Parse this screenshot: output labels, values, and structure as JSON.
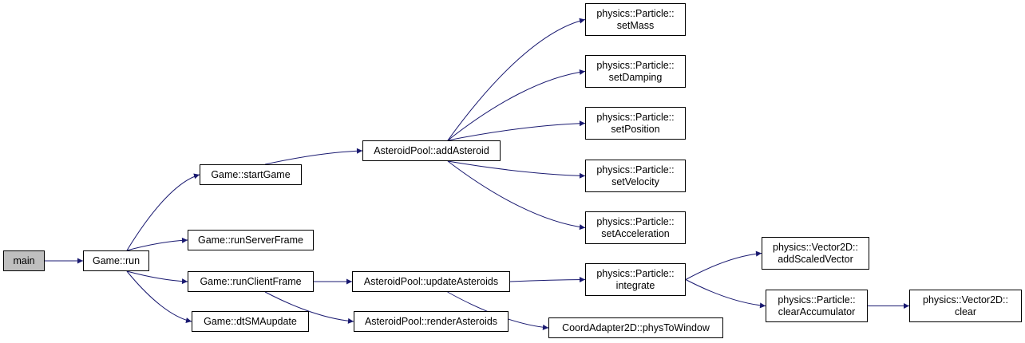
{
  "graph": {
    "colors": {
      "edge": "#191970",
      "node_border": "#000000",
      "root_fill": "#bfbfbf",
      "node_fill": "#ffffff"
    },
    "nodes": {
      "main": {
        "lines": [
          "main"
        ]
      },
      "run": {
        "lines": [
          "Game::run"
        ]
      },
      "startGame": {
        "lines": [
          "Game::startGame"
        ]
      },
      "runServerFrame": {
        "lines": [
          "Game::runServerFrame"
        ]
      },
      "runClientFrame": {
        "lines": [
          "Game::runClientFrame"
        ]
      },
      "dtSMAupdate": {
        "lines": [
          "Game::dtSMAupdate"
        ]
      },
      "addAsteroid": {
        "lines": [
          "AsteroidPool::addAsteroid"
        ]
      },
      "updateAsteroids": {
        "lines": [
          "AsteroidPool::updateAsteroids"
        ]
      },
      "renderAsteroids": {
        "lines": [
          "AsteroidPool::renderAsteroids"
        ]
      },
      "setMass": {
        "lines": [
          "physics::Particle::",
          "setMass"
        ]
      },
      "setDamping": {
        "lines": [
          "physics::Particle::",
          "setDamping"
        ]
      },
      "setPosition": {
        "lines": [
          "physics::Particle::",
          "setPosition"
        ]
      },
      "setVelocity": {
        "lines": [
          "physics::Particle::",
          "setVelocity"
        ]
      },
      "setAcceleration": {
        "lines": [
          "physics::Particle::",
          "setAcceleration"
        ]
      },
      "integrate": {
        "lines": [
          "physics::Particle::",
          "integrate"
        ]
      },
      "physToWindow": {
        "lines": [
          "CoordAdapter2D::physToWindow"
        ]
      },
      "addScaledVector": {
        "lines": [
          "physics::Vector2D::",
          "addScaledVector"
        ]
      },
      "clearAccumulator": {
        "lines": [
          "physics::Particle::",
          "clearAccumulator"
        ]
      },
      "clear": {
        "lines": [
          "physics::Vector2D::",
          "clear"
        ]
      }
    },
    "edges": [
      [
        "main",
        "run"
      ],
      [
        "run",
        "startGame"
      ],
      [
        "run",
        "runServerFrame"
      ],
      [
        "run",
        "runClientFrame"
      ],
      [
        "run",
        "dtSMAupdate"
      ],
      [
        "startGame",
        "addAsteroid"
      ],
      [
        "addAsteroid",
        "setMass"
      ],
      [
        "addAsteroid",
        "setDamping"
      ],
      [
        "addAsteroid",
        "setPosition"
      ],
      [
        "addAsteroid",
        "setVelocity"
      ],
      [
        "addAsteroid",
        "setAcceleration"
      ],
      [
        "runClientFrame",
        "updateAsteroids"
      ],
      [
        "runClientFrame",
        "renderAsteroids"
      ],
      [
        "updateAsteroids",
        "integrate"
      ],
      [
        "updateAsteroids",
        "physToWindow"
      ],
      [
        "integrate",
        "addScaledVector"
      ],
      [
        "integrate",
        "clearAccumulator"
      ],
      [
        "clearAccumulator",
        "clear"
      ]
    ]
  }
}
